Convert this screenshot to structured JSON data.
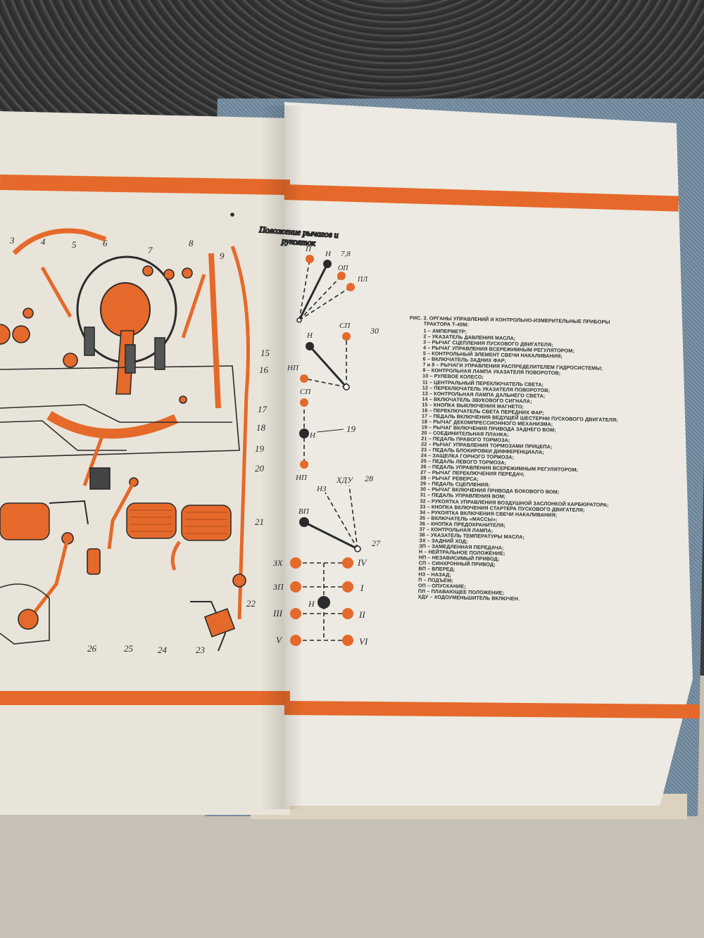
{
  "figure": {
    "caption_title": "РИС. 2. ОРГАНЫ УПРАВЛЕНИЙ И КОНТРОЛЬНО-ИЗМЕРИТЕЛЬНЫЕ ПРИБОРЫ",
    "caption_title_cont": "ТРАКТОРА Т-40М:",
    "legend": [
      "1 – АМПЕРМЕТР;",
      "2 – УКАЗАТЕЛЬ ДАВЛЕНИЯ МАСЛА;",
      "3 – РЫЧАГ СЦЕПЛЕНИЯ ПУСКОВОГО ДВИГАТЕЛЯ;",
      "4 – РЫЧАГ УПРАВЛЕНИЯ ВСЕРЕЖИМНЫМ РЕГУЛЯТОРОМ;",
      "5 – КОНТРОЛЬНЫЙ ЭЛЕМЕНТ СВЕЧИ НАКАЛИВАНИЯ;",
      "6 – ВКЛЮЧАТЕЛЬ ЗАДНИХ ФАР;",
      "7 и 8 – РЫЧАГИ УПРАВЛЕНИЯ РАСПРЕДЕЛИТЕЛЕМ ГИДРОСИСТЕМЫ;",
      "9 – КОНТРОЛЬНАЯ ЛАМПА УКАЗАТЕЛЯ ПОВОРОТОВ;",
      "10 – РУЛЕВОЕ КОЛЕСО;",
      "11 – ЦЕНТРАЛЬНЫЙ ПЕРЕКЛЮЧАТЕЛЬ СВЕТА;",
      "12 – ПЕРЕКЛЮЧАТЕЛЬ УКАЗАТЕЛЯ ПОВОРОТОВ;",
      "13 – КОНТРОЛЬНАЯ ЛАМПА ДАЛЬНЕГО СВЕТА;",
      "14 – ВКЛЮЧАТЕЛЬ ЗВУКОВОГО СИГНАЛА;",
      "15 – КНОПКА ВЫКЛЮЧЕНИЯ МАГНЕТО;",
      "16 – ПЕРЕКЛЮЧАТЕЛЬ СВЕТА ПЕРЕДНИХ ФАР;",
      "17 – ПЕДАЛЬ ВКЛЮЧЕНИЯ ВЕДУЩЕЙ ШЕСТЕРНИ ПУСКОВОГО ДВИГАТЕЛЯ;",
      "18 – РЫЧАГ ДЕКОМПРЕССИОННОГО МЕХАНИЗМА;",
      "19 – РЫЧАГ ВКЛЮЧЕНИЯ ПРИВОДА ЗАДНЕГО ВОМ;",
      "20 – СОЕДИНИТЕЛЬНАЯ ПЛАНКА;",
      "21 – ПЕДАЛЬ ПРАВОГО ТОРМОЗА;",
      "22 – РЫЧАГ УПРАВЛЕНИЯ ТОРМОЗАМИ ПРИЦЕПА;",
      "23 – ПЕДАЛЬ БЛОКИРОВКИ ДИФФЕРЕНЦИАЛА;",
      "24 – ЗАЩЕЛКА ГОРНОГО ТОРМОЗА;",
      "25 – ПЕДАЛЬ ЛЕВОГО ТОРМОЗА;",
      "26 – ПЕДАЛЬ УПРАВЛЕНИЯ ВСЕРЕЖИМНЫМ РЕГУЛЯТОРОМ;",
      "27 – РЫЧАГ ПЕРЕКЛЮЧЕНИЯ ПЕРЕДАЧ;",
      "28 – РЫЧАГ РЕВЕРСА;",
      "29 – ПЕДАЛЬ СЦЕПЛЕНИЯ;",
      "30 – РЫЧАГ ВКЛЮЧЕНИЯ ПРИВОДА БОКОВОГО ВОМ;",
      "31 – ПЕДАЛЬ УПРАВЛЕНИЯ ВОМ;",
      "32 – РУКОЯТКА УПРАВЛЕНИЯ ВОЗДУШНОЙ ЗАСЛОНКОЙ КАРБЮРАТОРА;",
      "33 – КНОПКА ВКЛЮЧЕНИЯ СТАРТЕРА ПУСКОВОГО ДВИГАТЕЛЯ;",
      "34 – РУКОЯТКА ВКЛЮЧЕНИЯ СВЕЧИ НАКАЛИВАНИЯ;",
      "35 – ВКЛЮЧАТЕЛЬ «МАССЫ»;",
      "36 – КНОПКА ПРЕДОХРАНИТЕЛЯ;",
      "37 – КОНТРОЛЬНАЯ ЛАМПА;",
      "38 – УКАЗАТЕЛЬ ТЕМПЕРАТУРЫ МАСЛА;",
      "ЗХ – ЗАДНИЙ ХОД;",
      "ЗП – ЗАМЕДЛЕННАЯ ПЕРЕДАЧА;",
      "Н – НЕЙТРАЛЬНОЕ ПОЛОЖЕНИЕ;",
      "НП – НЕЗАВИСИМЫЙ ПРИВОД;",
      "СП – СИНХРОННЫЙ ПРИВОД;",
      "ВП – ВПЕРЕД;",
      "НЗ – НАЗАД;",
      "П – ПОДЪЕМ;",
      "ОП – ОПУСКАНИЕ;",
      "ПЛ – ПЛАВАЮЩЕЕ ПОЛОЖЕНИЕ;",
      "ХДУ – ХОДОУМЕНЬШИТЕЛЬ ВКЛЮЧЕН."
    ]
  },
  "lever_diagram": {
    "heading_line1": "Положение рычагов и",
    "heading_line2": "рукояток",
    "hydraulic": {
      "p": "П",
      "n": "Н",
      "num": "7,8",
      "op": "ОП",
      "pl": "ПЛ"
    },
    "pto_side": {
      "n": "Н",
      "sp": "СП",
      "num": "30",
      "np": "НП"
    },
    "pto_rear": {
      "sp": "СП",
      "n": "Н",
      "num": "19",
      "np": "НП"
    },
    "reverse": {
      "nz": "НЗ",
      "xdu": "ХДУ",
      "num": "28",
      "vp": "ВП",
      "num2": "27"
    },
    "gearbox": {
      "zx": "ЗХ",
      "zp": "ЗП",
      "g3": "III",
      "g5": "V",
      "n": "Н",
      "g4": "IV",
      "g1": "I",
      "g2": "II",
      "g6": "VI"
    }
  },
  "drawing_numbers": [
    "3",
    "4",
    "5",
    "6",
    "7",
    "8",
    "9",
    "26",
    "25",
    "24",
    "23",
    "22",
    "21",
    "20",
    "19",
    "18",
    "17",
    "16",
    "15"
  ],
  "colors": {
    "accent": "#e5692a",
    "page": "#eceae2",
    "ink": "#2b2b2b"
  }
}
